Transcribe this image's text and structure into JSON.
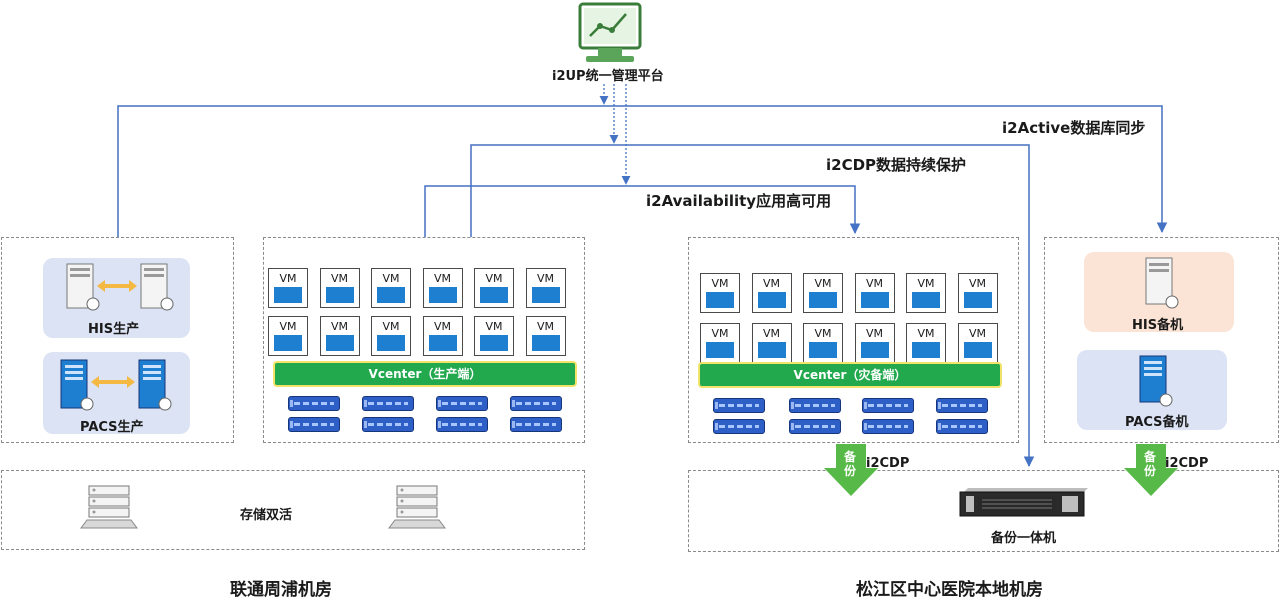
{
  "platform": {
    "label": "i2UP统一管理平台",
    "icon": "monitor-chart-icon"
  },
  "links": {
    "active_label": "i2Active数据库同步",
    "cdp_label": "i2CDP数据持续保护",
    "availability_label": "i2Availability应用高可用"
  },
  "left_site": {
    "title": "联通周浦机房",
    "his_label": "HIS生产",
    "pacs_label": "PACS生产",
    "storage_label": "存储双活",
    "vm_label": "VM",
    "vcenter_label": "Vcenter（生产端）"
  },
  "right_site": {
    "title": "松江区中心医院本地机房",
    "his_label": "HIS备机",
    "pacs_label": "PACS备机",
    "vm_label": "VM",
    "vcenter_label": "Vcenter（灾备端）",
    "backup_arrow_label": "备份",
    "backup_arrow_label_2": "备份",
    "i2cdp_label_1": "i2CDP",
    "i2cdp_label_2": "i2CDP",
    "appliance_label": "备份一体机"
  },
  "colors": {
    "line_blue": "#4472c4",
    "vm_blue": "#1e7fd0",
    "vcenter_green": "#22a94e",
    "panel_blue": "#dbe3f4",
    "panel_peach": "#fbe4d5",
    "arrow_green": "#57b947",
    "sync_arrow_orange": "#f4b942"
  }
}
